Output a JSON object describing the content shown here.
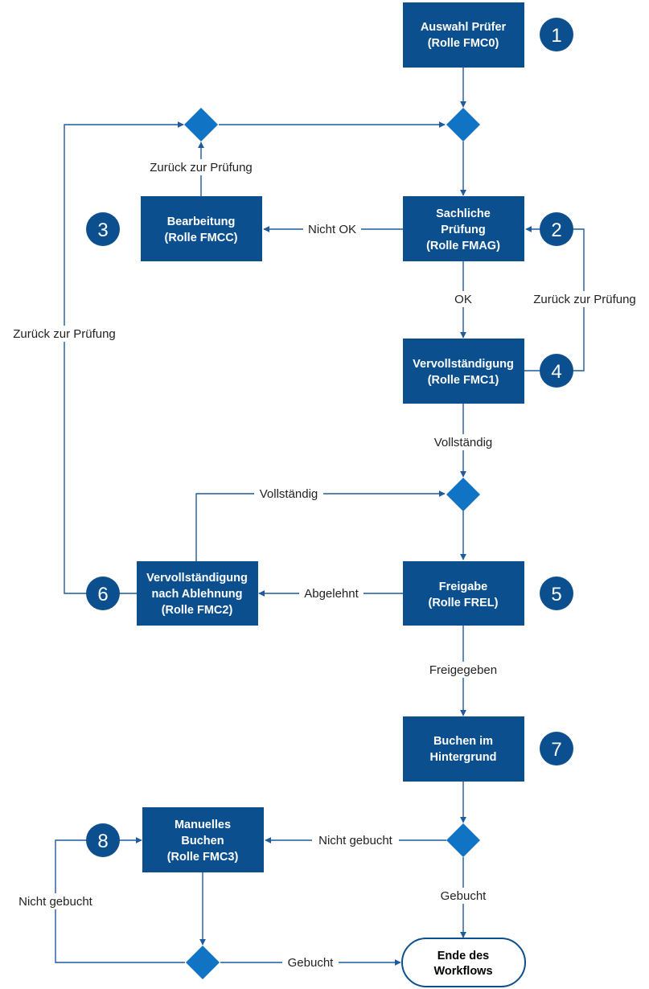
{
  "colors": {
    "box_fill": "#0b4f8f",
    "decision_fill": "#1173c4",
    "badge_fill": "#0b4f8f",
    "line": "#1f5a9e",
    "text_dark": "#222222"
  },
  "nodes": {
    "auswahl": [
      "Auswahl Prüfer",
      "(Rolle FMC0)"
    ],
    "sachliche": [
      "Sachliche",
      "Prüfung",
      "(Rolle FMAG)"
    ],
    "bearbeitung": [
      "Bearbeitung",
      "(Rolle FMCC)"
    ],
    "vervollstaendigung": [
      "Vervollständigung",
      "(Rolle FMC1)"
    ],
    "freigabe": [
      "Freigabe",
      "(Rolle FREL)"
    ],
    "vervollstaendigung_ablehnung": [
      "Vervollständigung",
      "nach Ablehnung",
      "(Rolle FMC2)"
    ],
    "buchen": [
      "Buchen im",
      "Hintergrund"
    ],
    "manuelles": [
      "Manuelles",
      "Buchen",
      "(Rolle FMC3)"
    ],
    "ende": [
      "Ende des",
      "Workflows"
    ]
  },
  "badges": [
    "1",
    "2",
    "3",
    "4",
    "5",
    "6",
    "7",
    "8"
  ],
  "edge_labels": {
    "zurueck_1": "Zurück zur Prüfung",
    "nicht_ok": "Nicht OK",
    "ok": "OK",
    "zurueck_2": "Zurück zur Prüfung",
    "zurueck_3": "Zurück zur Prüfung",
    "vollstaendig_1": "Vollständig",
    "vollstaendig_2": "Vollständig",
    "abgelehnt": "Abgelehnt",
    "freigegeben": "Freigegeben",
    "nicht_gebucht_1": "Nicht gebucht",
    "gebucht_1": "Gebucht",
    "nicht_gebucht_2": "Nicht gebucht",
    "gebucht_2": "Gebucht"
  }
}
